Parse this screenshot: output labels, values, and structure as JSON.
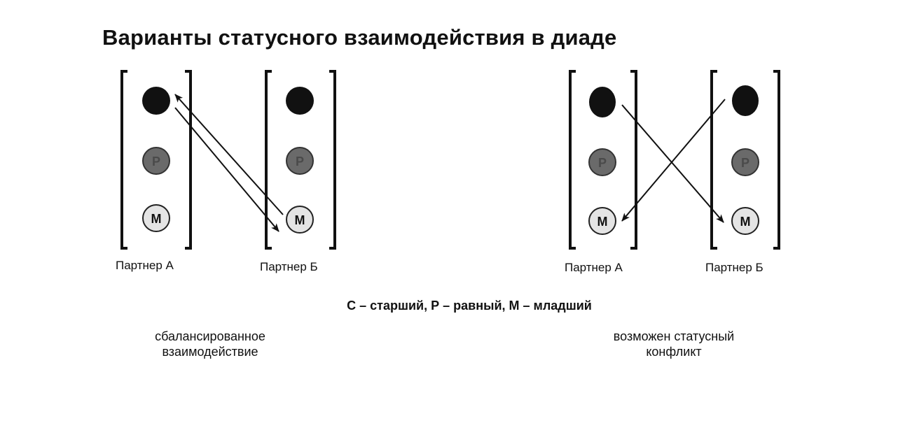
{
  "title": "Варианты статусного взаимодействия в диаде",
  "legend": "С – старший, Р – равный, М – младший",
  "status_letters": {
    "senior": "С",
    "equal": "Р",
    "junior": "М"
  },
  "diagrams": [
    {
      "partner_a_label": "Партнер А",
      "partner_b_label": "Партнер Б",
      "caption_line1": "сбалансированное",
      "caption_line2": "взаимодействие"
    },
    {
      "partner_a_label": "Партнер А",
      "partner_b_label": "Партнер Б",
      "caption_line1": "возможен статусный",
      "caption_line2": "конфликт"
    }
  ],
  "colors": {
    "senior": "#111111",
    "equal": "#6a6a6a",
    "junior": "#e4e4e4",
    "ink": "#111111"
  }
}
